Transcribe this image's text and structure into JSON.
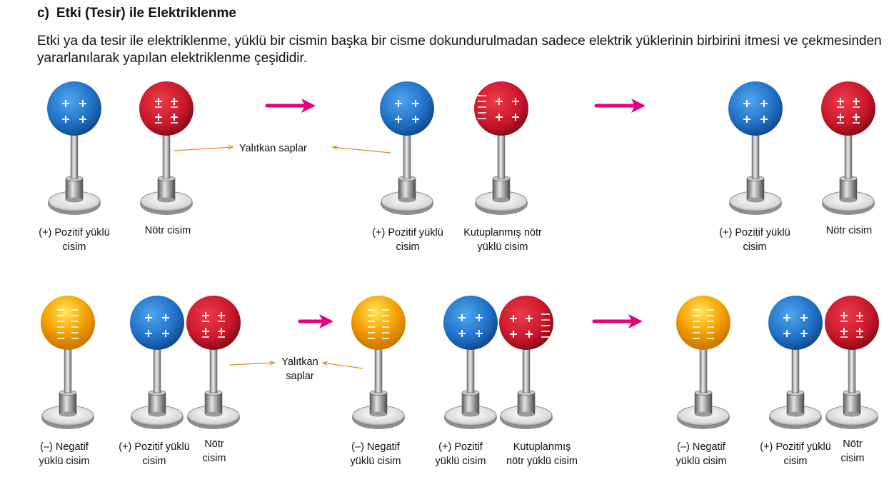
{
  "heading": {
    "letter": "c)",
    "title": "Etki (Tesir) ile Elektriklenme"
  },
  "paragraph": "Etki ya da tesir ile elektriklenme, yüklü bir cismin başka bir cisme dokundurulmadan sadece elektrik yüklerinin birbirini itmesi ve çekmesinden yararlanılarak yapılan elektriklenme çeşididir.",
  "colors": {
    "positive_sphere": "#1f6fc4",
    "neutral_sphere": "#c8172a",
    "negative_sphere": "#f5a000",
    "arrow": "#e6007e",
    "pointer": "#e8892d"
  },
  "row1": {
    "insulator_label": "Yalıtkan saplar",
    "step1": {
      "left_label": [
        "(+) Pozitif yüklü",
        "cisim"
      ],
      "right_label": [
        "Nötr cisim"
      ]
    },
    "step2": {
      "left_label": [
        "(+) Pozitif yüklü",
        "cisim"
      ],
      "right_label": [
        "Kutuplanmış nötr",
        "yüklü cisim"
      ]
    },
    "step3": {
      "left_label": [
        "(+) Pozitif yüklü",
        "cisim"
      ],
      "right_label": [
        "Nötr cisim"
      ]
    }
  },
  "row2": {
    "insulator_label": [
      "Yalıtkan",
      "saplar"
    ],
    "step1": {
      "negative_label": [
        "(–) Negatif",
        "yüklü cisim"
      ],
      "positive_label": [
        "(+) Pozitif yüklü",
        "cisim"
      ],
      "neutral_label": [
        "Nötr",
        "cisim"
      ]
    },
    "step2": {
      "negative_label": [
        "(–) Negatif",
        "yüklü cisim"
      ],
      "positive_label": [
        "(+) Pozitif",
        "yüklü cisim"
      ],
      "neutral_label": [
        "Kutuplanmış",
        "nötr yüklü cisim"
      ]
    },
    "step3": {
      "negative_label": [
        "(–) Negatif",
        "yüklü cisim"
      ],
      "positive_label": [
        "(+) Pozitif yüklü",
        "cisim"
      ],
      "neutral_label": [
        "Nötr",
        "cisim"
      ]
    }
  }
}
